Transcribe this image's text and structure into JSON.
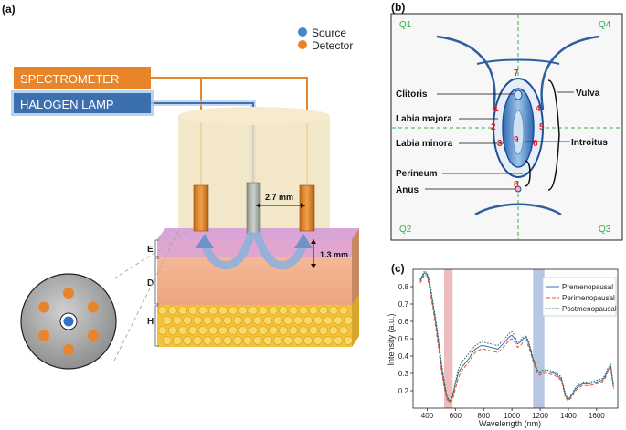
{
  "panel_a": {
    "label": "(a)",
    "legend": {
      "source": "Source",
      "detector": "Detector"
    },
    "colors": {
      "source": "#4a86c8",
      "detector": "#e8842a",
      "spectrometer": "#e8842a",
      "lamp": "#3c6fb0"
    },
    "spectrometer": "SPECTROMETER",
    "lamp": "HALOGEN LAMP",
    "distance": "2.7 mm",
    "depth": "1.3 mm",
    "layers": {
      "e": "E",
      "d": "D",
      "h": "H"
    }
  },
  "panel_b": {
    "label": "(b)",
    "quadrants": {
      "q1": "Q1",
      "q2": "Q2",
      "q3": "Q3",
      "q4": "Q4"
    },
    "labels": {
      "clitoris": "Clitoris",
      "labia_majora": "Labia majora",
      "labia_minora": "Labia minora",
      "perineum": "Perineum",
      "anus": "Anus",
      "vulva": "Vulva",
      "introitus": "Introitus"
    },
    "points": [
      "1",
      "2",
      "3",
      "4",
      "5",
      "6",
      "7",
      "8",
      "9"
    ]
  },
  "panel_c": {
    "label": "(c)",
    "chart_data": {
      "type": "line",
      "title": "",
      "xlabel": "Wavelength (nm)",
      "ylabel": "Intensity (a.u.)",
      "xlim": [
        300,
        1750
      ],
      "ylim": [
        0.1,
        0.9
      ],
      "xticks": [
        400,
        600,
        800,
        1000,
        1200,
        1400,
        1600
      ],
      "yticks": [
        0.2,
        0.3,
        0.4,
        0.5,
        0.6,
        0.7,
        0.8
      ],
      "shaded_bands": [
        {
          "x0": 520,
          "x1": 580,
          "color": "#e8a5a8"
        },
        {
          "x0": 1150,
          "x1": 1230,
          "color": "#9fb3d9"
        }
      ],
      "legend_position": "top-right",
      "series": [
        {
          "name": "Premenopausal",
          "color": "#3a6db5",
          "dash": "solid",
          "x": [
            350,
            380,
            400,
            420,
            440,
            460,
            480,
            500,
            520,
            540,
            560,
            580,
            600,
            620,
            640,
            660,
            680,
            700,
            720,
            740,
            760,
            780,
            800,
            850,
            900,
            950,
            980,
            1000,
            1020,
            1040,
            1060,
            1080,
            1100,
            1120,
            1150,
            1180,
            1200,
            1220,
            1250,
            1300,
            1350,
            1380,
            1400,
            1430,
            1450,
            1480,
            1500,
            1550,
            1600,
            1640,
            1660,
            1680,
            1700,
            1720
          ],
          "y": [
            0.83,
            0.88,
            0.87,
            0.8,
            0.7,
            0.6,
            0.48,
            0.35,
            0.24,
            0.16,
            0.14,
            0.17,
            0.24,
            0.3,
            0.33,
            0.35,
            0.37,
            0.39,
            0.42,
            0.44,
            0.45,
            0.46,
            0.46,
            0.45,
            0.44,
            0.48,
            0.51,
            0.52,
            0.5,
            0.47,
            0.48,
            0.5,
            0.51,
            0.47,
            0.38,
            0.31,
            0.3,
            0.31,
            0.31,
            0.3,
            0.27,
            0.17,
            0.15,
            0.18,
            0.21,
            0.23,
            0.24,
            0.24,
            0.25,
            0.26,
            0.28,
            0.32,
            0.34,
            0.22
          ]
        },
        {
          "name": "Perimenopausal",
          "color": "#e05a2a",
          "dash": "4 2",
          "x": [
            350,
            380,
            400,
            420,
            440,
            460,
            480,
            500,
            520,
            540,
            560,
            580,
            600,
            620,
            640,
            660,
            680,
            700,
            720,
            740,
            760,
            780,
            800,
            850,
            900,
            950,
            980,
            1000,
            1020,
            1040,
            1060,
            1080,
            1100,
            1120,
            1150,
            1180,
            1200,
            1220,
            1250,
            1300,
            1350,
            1380,
            1400,
            1430,
            1450,
            1480,
            1500,
            1550,
            1600,
            1640,
            1660,
            1680,
            1700,
            1720
          ],
          "y": [
            0.82,
            0.87,
            0.86,
            0.78,
            0.68,
            0.57,
            0.45,
            0.32,
            0.22,
            0.15,
            0.13,
            0.15,
            0.21,
            0.27,
            0.31,
            0.33,
            0.35,
            0.37,
            0.4,
            0.42,
            0.43,
            0.44,
            0.44,
            0.43,
            0.42,
            0.46,
            0.49,
            0.5,
            0.48,
            0.45,
            0.46,
            0.48,
            0.49,
            0.45,
            0.37,
            0.3,
            0.29,
            0.3,
            0.3,
            0.29,
            0.26,
            0.16,
            0.14,
            0.17,
            0.2,
            0.22,
            0.23,
            0.23,
            0.24,
            0.25,
            0.27,
            0.31,
            0.33,
            0.21
          ]
        },
        {
          "name": "Postmenopausal",
          "color": "#1f6b3a",
          "dash": "1.5 1.5",
          "x": [
            350,
            380,
            400,
            420,
            440,
            460,
            480,
            500,
            520,
            540,
            560,
            580,
            600,
            620,
            640,
            660,
            680,
            700,
            720,
            740,
            760,
            780,
            800,
            850,
            900,
            950,
            980,
            1000,
            1020,
            1040,
            1060,
            1080,
            1100,
            1120,
            1150,
            1180,
            1200,
            1220,
            1250,
            1300,
            1350,
            1380,
            1400,
            1430,
            1450,
            1480,
            1500,
            1550,
            1600,
            1640,
            1660,
            1680,
            1700,
            1720
          ],
          "y": [
            0.84,
            0.89,
            0.88,
            0.82,
            0.72,
            0.62,
            0.5,
            0.37,
            0.26,
            0.17,
            0.14,
            0.17,
            0.25,
            0.32,
            0.36,
            0.38,
            0.4,
            0.42,
            0.44,
            0.46,
            0.47,
            0.48,
            0.48,
            0.47,
            0.46,
            0.5,
            0.53,
            0.54,
            0.52,
            0.48,
            0.49,
            0.51,
            0.52,
            0.48,
            0.39,
            0.32,
            0.31,
            0.32,
            0.32,
            0.31,
            0.28,
            0.18,
            0.15,
            0.19,
            0.22,
            0.24,
            0.25,
            0.25,
            0.26,
            0.27,
            0.29,
            0.33,
            0.35,
            0.23
          ]
        }
      ]
    }
  }
}
